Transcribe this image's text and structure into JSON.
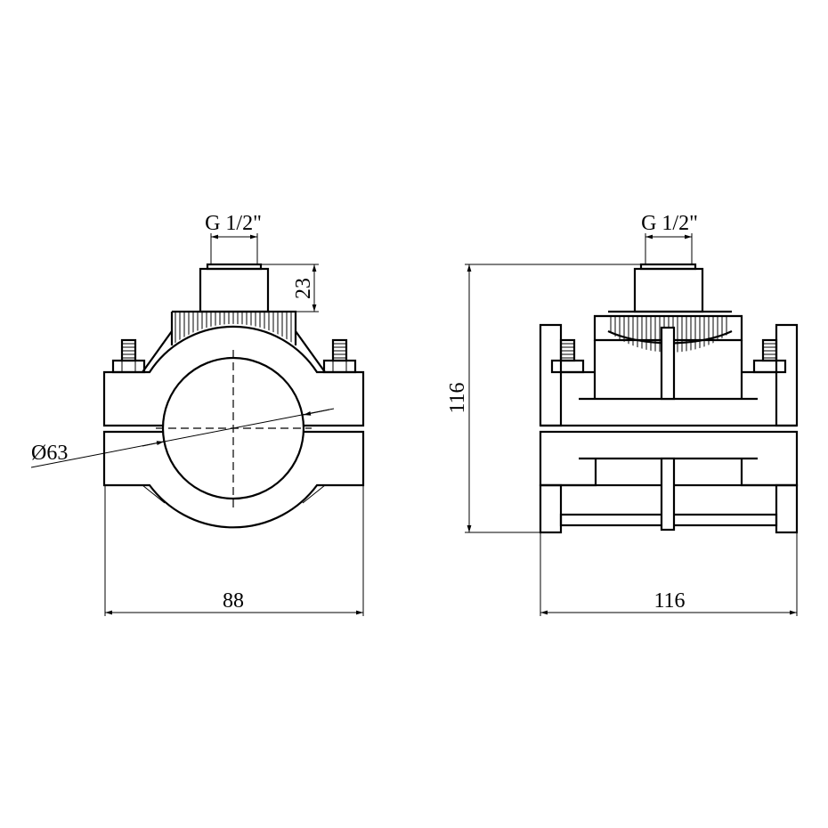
{
  "front_view": {
    "thread_label": "G 1/2\"",
    "height_dim": "23",
    "pipe_diameter": "Ø63",
    "width_dim": "88"
  },
  "side_view": {
    "thread_label": "G 1/2\"",
    "height_dim": "116",
    "width_dim": "116"
  }
}
